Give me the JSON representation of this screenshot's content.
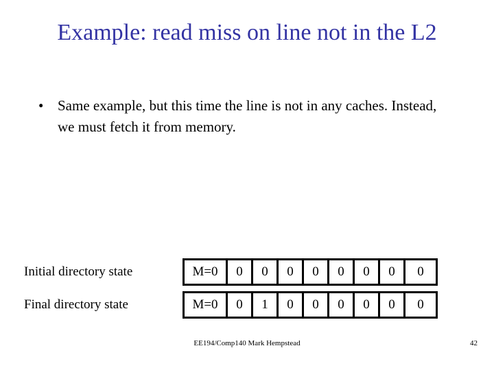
{
  "slide": {
    "title": "Example: read miss on line not in the L2",
    "title_color": "#3333A3",
    "page_number": "42",
    "footer_credit": "EE194/Comp140 Mark Hempstead"
  },
  "body": {
    "bullet_marker": "•",
    "bullets": [
      "Same example, but this time the line is not in any caches. Instead, we must fetch it from memory."
    ]
  },
  "directory_table": {
    "rows": [
      {
        "label": "Initial directory state",
        "cells": [
          "M=0",
          "0",
          "0",
          "0",
          "0",
          "0",
          "0",
          "0",
          "0"
        ]
      },
      {
        "label": "Final directory state",
        "cells": [
          "M=0",
          "0",
          "1",
          "0",
          "0",
          "0",
          "0",
          "0",
          "0"
        ]
      }
    ]
  }
}
